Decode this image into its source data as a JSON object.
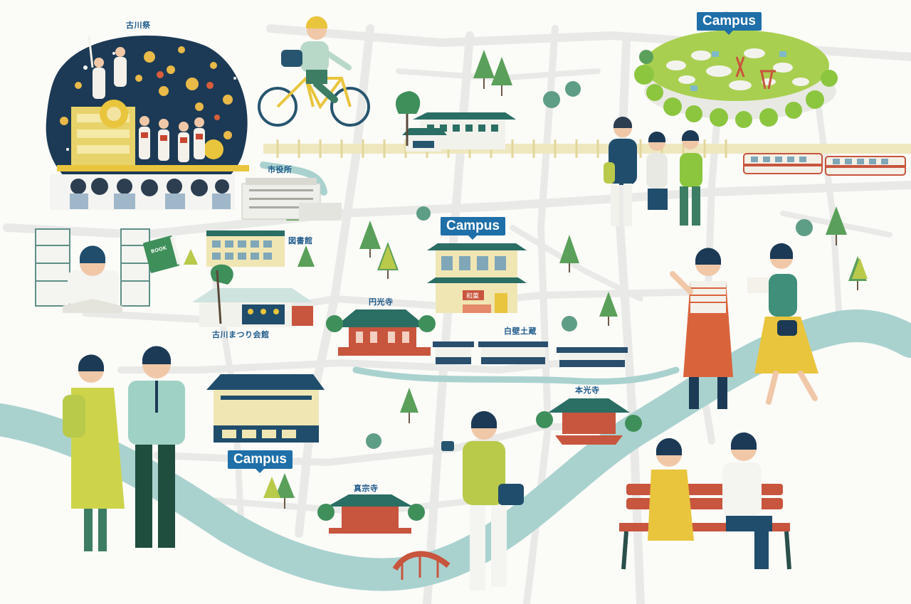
{
  "labels": {
    "festival": "古川祭",
    "city_hall": "市役所",
    "library": "図書館",
    "festival_hall": "古川まつり会館",
    "enkoji": "円光寺",
    "shirakabe": "白壁土蔵",
    "honkoji": "本光寺",
    "shinshuji": "真宗寺"
  },
  "campus": {
    "top_right": "Campus",
    "center": "Campus",
    "lower_left": "Campus"
  },
  "book_cover": "BOOK",
  "shop_sign": "和菓",
  "colors": {
    "river": "#a9d2cf",
    "road": "#e8e8e6",
    "campus_badge": "#1f6fa8",
    "label_text": "#1e5a8a",
    "tree_green": "#5aa05a",
    "temple_roof": "#2a6e64",
    "temple_wall": "#c8553d",
    "festival_bg": "#1c3a55"
  }
}
